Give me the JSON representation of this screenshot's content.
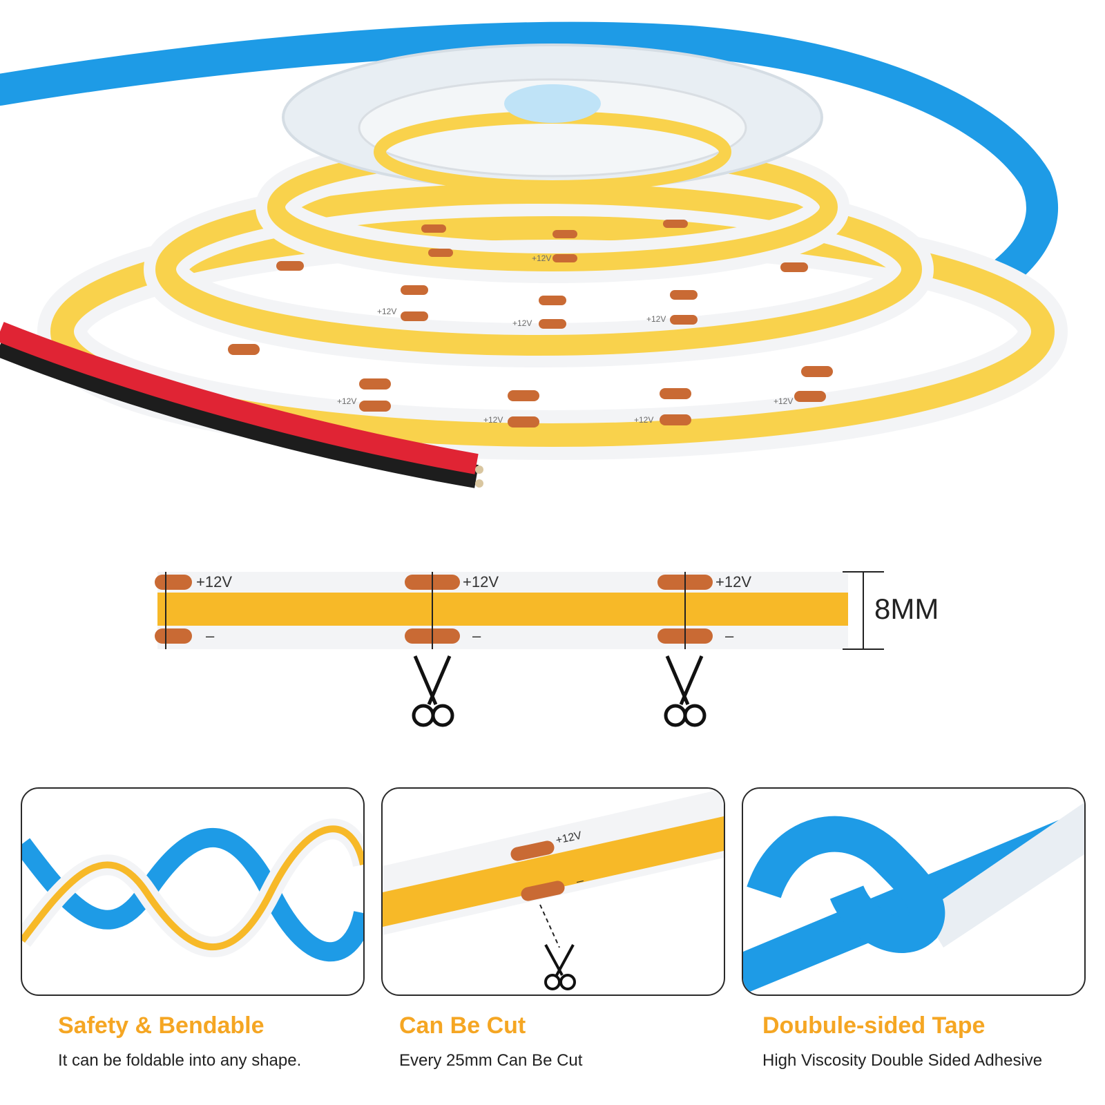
{
  "colors": {
    "led": "#f7b928",
    "led_bright": "#fbe27a",
    "pad": "#c96a34",
    "strip": "#f3f4f6",
    "backing": "#1e9be6",
    "accent_title": "#f5a623",
    "wire_red": "#e02434",
    "wire_black": "#1d1d1d"
  },
  "hero": {
    "pad_label_plus": "+12V",
    "pad_label_minus": "–"
  },
  "diagram": {
    "labels_plus": [
      "+12V",
      "+12V",
      "+12V"
    ],
    "label_minus": "–",
    "width_label": "8MM",
    "cut_icon": "scissors-icon"
  },
  "features": [
    {
      "title": "Safety & Bendable",
      "desc": "It can be foldable into any shape.",
      "icon": "spiral-strip"
    },
    {
      "title": "Can Be Cut",
      "desc": "Every 25mm Can Be Cut",
      "icon": "scissors-icon",
      "pad_label": "+12V",
      "minus_label": "–"
    },
    {
      "title": "Doubule-sided Tape",
      "desc": "High Viscosity Double Sided Adhesive",
      "icon": "tape-peel"
    }
  ]
}
